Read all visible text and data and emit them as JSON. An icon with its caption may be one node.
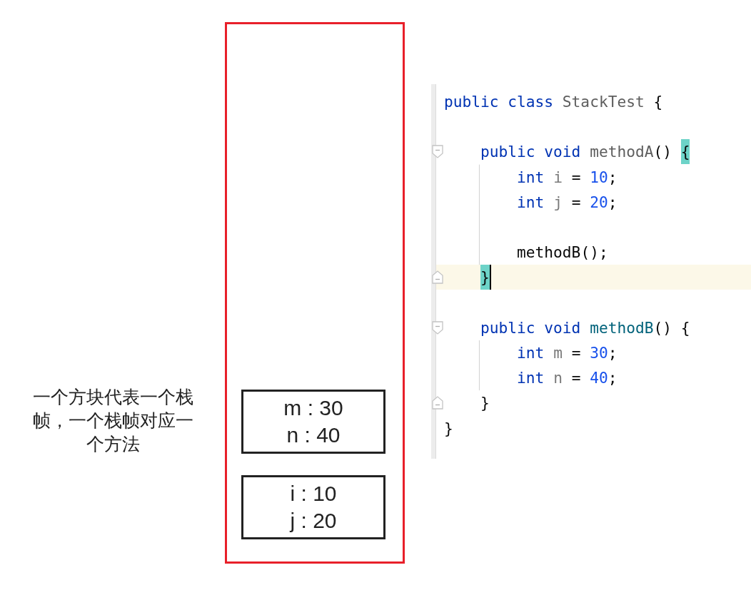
{
  "diagram": {
    "nodes": [
      {
        "text": [],
        "shape": "box"
      },
      {
        "text": [
          "m : 30",
          "n : 40"
        ],
        "in": 0
      },
      {
        "text": [
          "i : 10",
          "j : 20"
        ],
        "in": 0
      }
    ],
    "labels": [
      "一个方块代表一个栈帧，一个栈帧对应一个方法",
      "public class StackTest {",
      "public void methodA() {",
      "int i = 10;",
      "int j = 20;",
      "methodB();",
      "}",
      "public void methodB() {",
      "int m = 30;",
      "int n = 40;",
      "}",
      "}"
    ]
  }
}
